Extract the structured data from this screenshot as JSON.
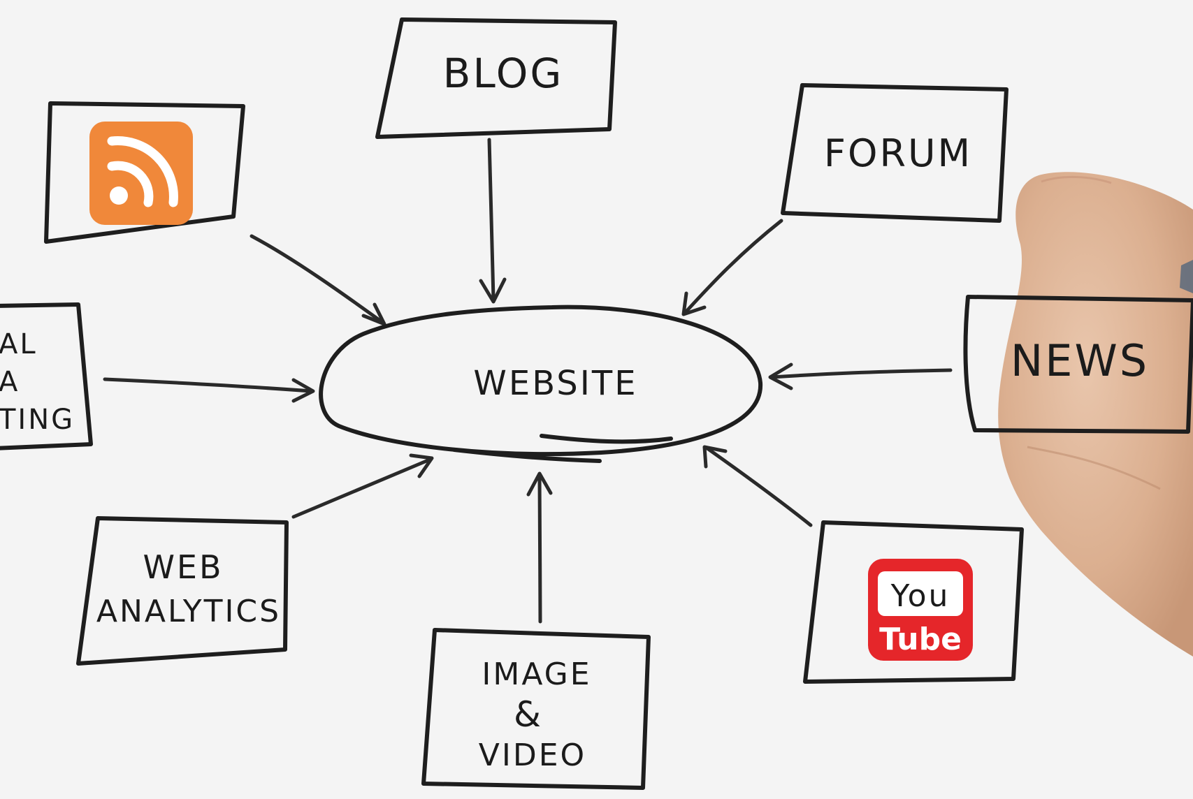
{
  "center": {
    "label": "WEBSITE"
  },
  "nodes": {
    "blog": "BLOG",
    "forum": "FORUM",
    "news": "NEWS",
    "social": [
      "AL",
      "A",
      "TING"
    ],
    "web_analytics": [
      "WEB",
      "ANALYTICS"
    ],
    "image_video": [
      "IMAGE",
      "&",
      "VIDEO"
    ],
    "youtube": {
      "you": "You",
      "tube": "Tube"
    }
  },
  "icons": {
    "rss": "rss-feed-icon",
    "youtube": "youtube-logo"
  },
  "colors": {
    "background": "#f4f4f4",
    "ink": "#1e1e1e",
    "rss_orange": "#f0883a",
    "youtube_red": "#e5262a",
    "skin": "#dcae8d"
  }
}
